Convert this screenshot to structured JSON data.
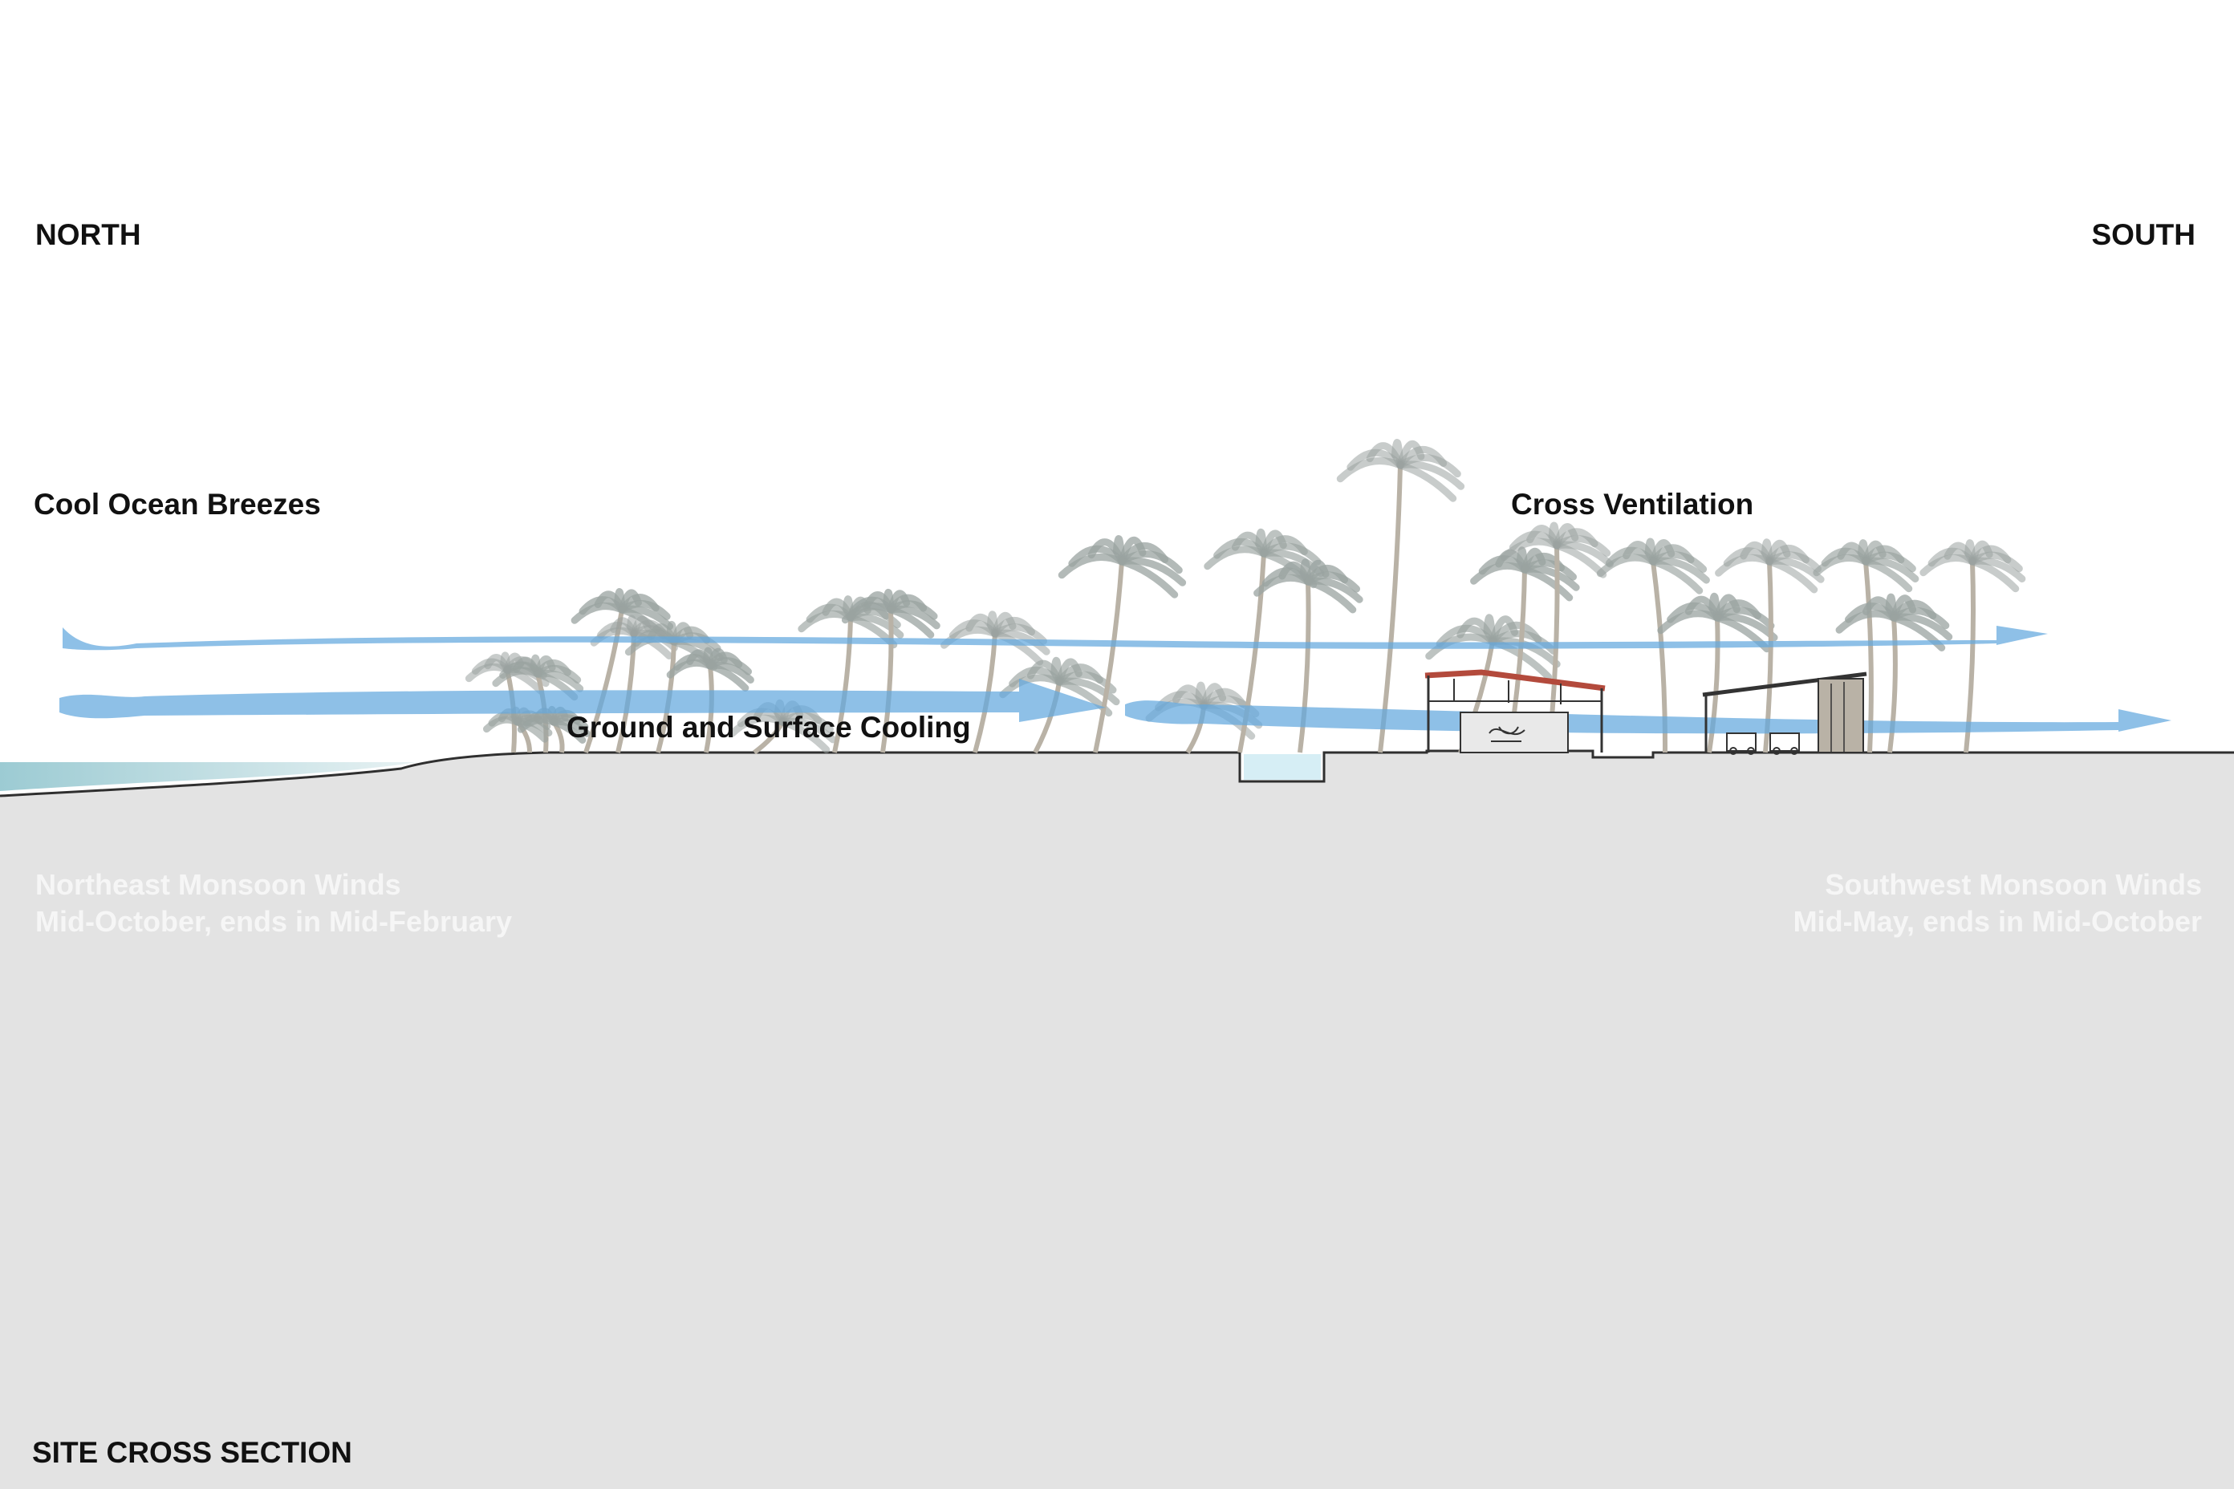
{
  "labels": {
    "north": "NORTH",
    "south": "SOUTH",
    "cool_breezes": "Cool Ocean Breezes",
    "cross_ventilation": "Cross Ventilation",
    "ground_cooling": "Ground and Surface Cooling",
    "title": "SITE CROSS SECTION"
  },
  "northeast_monsoon": {
    "name": "Northeast Monsoon Winds",
    "period": "Mid-October, ends in Mid-February"
  },
  "southwest_monsoon": {
    "name": "Southwest Monsoon Winds",
    "period": "Mid-May, ends in Mid-October"
  },
  "colors": {
    "ground": "#e3e3e3",
    "ocean": "#a7cfd6",
    "wind": "#62a8de",
    "palm_frond": "#9aa3a0",
    "trunk": "#b9b2a6",
    "roof": "#b34a3c",
    "line": "#333333"
  }
}
